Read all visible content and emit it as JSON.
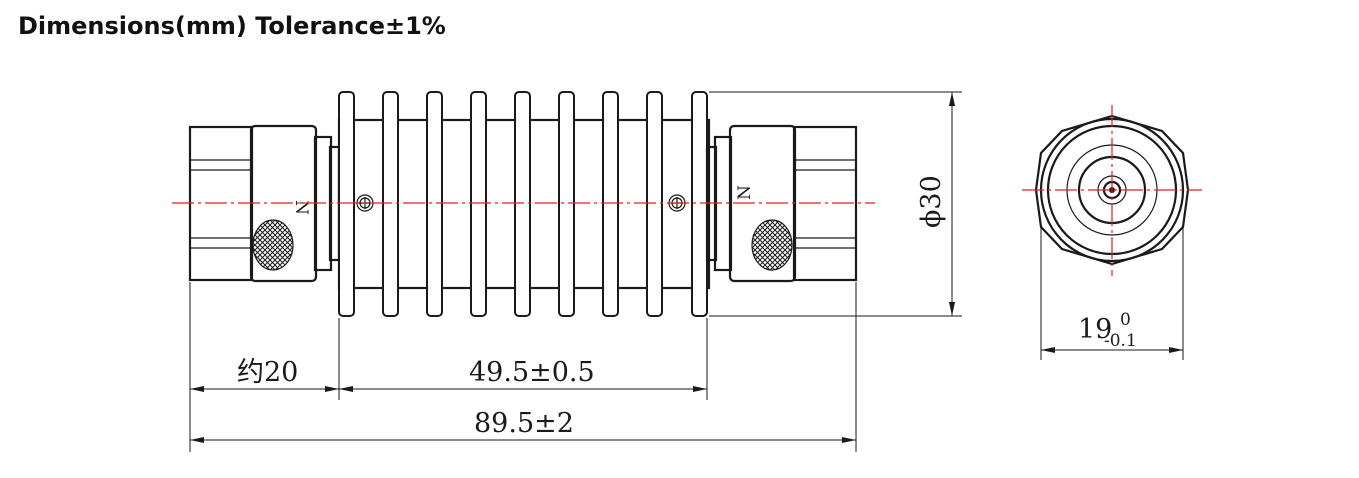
{
  "title": "Dimensions(mm) Tolerance±1%",
  "dimensions": {
    "left_connector_length": "约20",
    "body_length": "49.5±0.5",
    "overall_length": "89.5±2",
    "body_diameter": "ϕ30",
    "end_view_width_main": "19",
    "end_view_width_upper_tol": "0",
    "end_view_width_lower_tol": "-0.1"
  },
  "markings": {
    "left_connector_mark": "N",
    "right_connector_mark": "N"
  },
  "colors": {
    "line": "#1a1a1a",
    "centerline": "#e02020"
  }
}
